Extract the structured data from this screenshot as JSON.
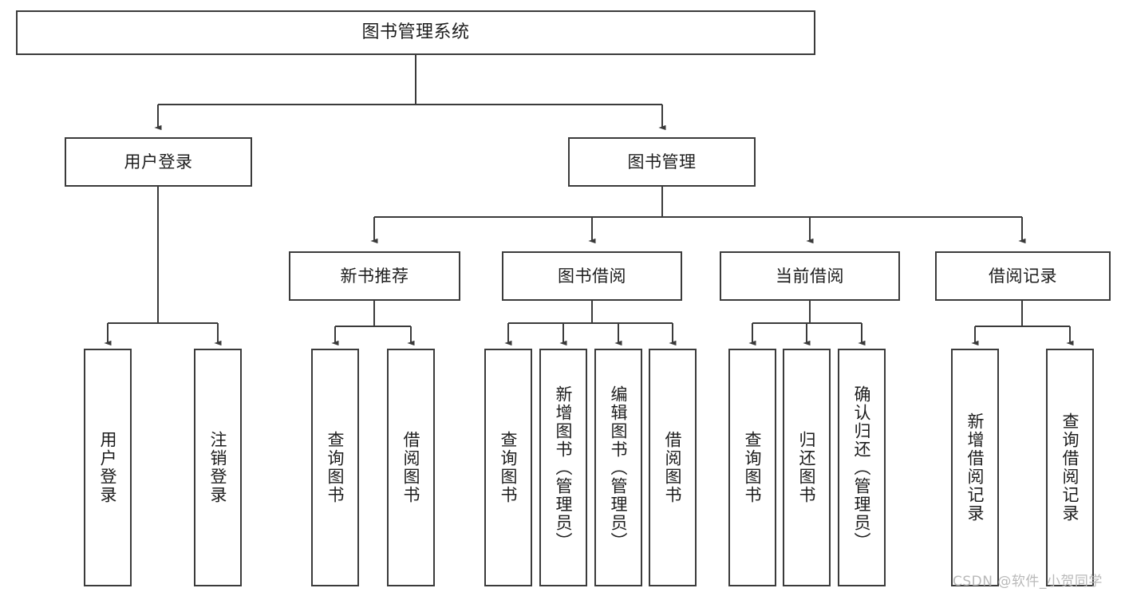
{
  "diagram": {
    "title": "图书管理系统",
    "type": "tree-hierarchy-chart",
    "colors": {
      "box_border": "#3b3b3b",
      "box_fill": "#ffffff",
      "connector": "#3b3b3b",
      "text": "#1d1d1d",
      "watermark": "#b9b9b9",
      "background": "#ffffff"
    },
    "root": {
      "label": "图书管理系统"
    },
    "level2": [
      {
        "label": "用户登录"
      },
      {
        "label": "图书管理"
      }
    ],
    "level3": [
      {
        "label": "新书推荐"
      },
      {
        "label": "图书借阅"
      },
      {
        "label": "当前借阅"
      },
      {
        "label": "借阅记录"
      }
    ],
    "leaves": {
      "user_login": [
        {
          "label": "用户登录"
        },
        {
          "label": "注销登录"
        }
      ],
      "new_book_recommend": [
        {
          "label": "查询图书"
        },
        {
          "label": "借阅图书"
        }
      ],
      "book_borrow": [
        {
          "label": "查询图书"
        },
        {
          "label": "新增图书（管理员）"
        },
        {
          "label": "编辑图书（管理员）"
        },
        {
          "label": "借阅图书"
        }
      ],
      "current_borrow": [
        {
          "label": "查询图书"
        },
        {
          "label": "归还图书"
        },
        {
          "label": "确认归还（管理员）"
        }
      ],
      "borrow_record": [
        {
          "label": "新增借阅记录"
        },
        {
          "label": "查询借阅记录"
        }
      ]
    },
    "watermark": "CSDN @软件_小贺同学"
  }
}
